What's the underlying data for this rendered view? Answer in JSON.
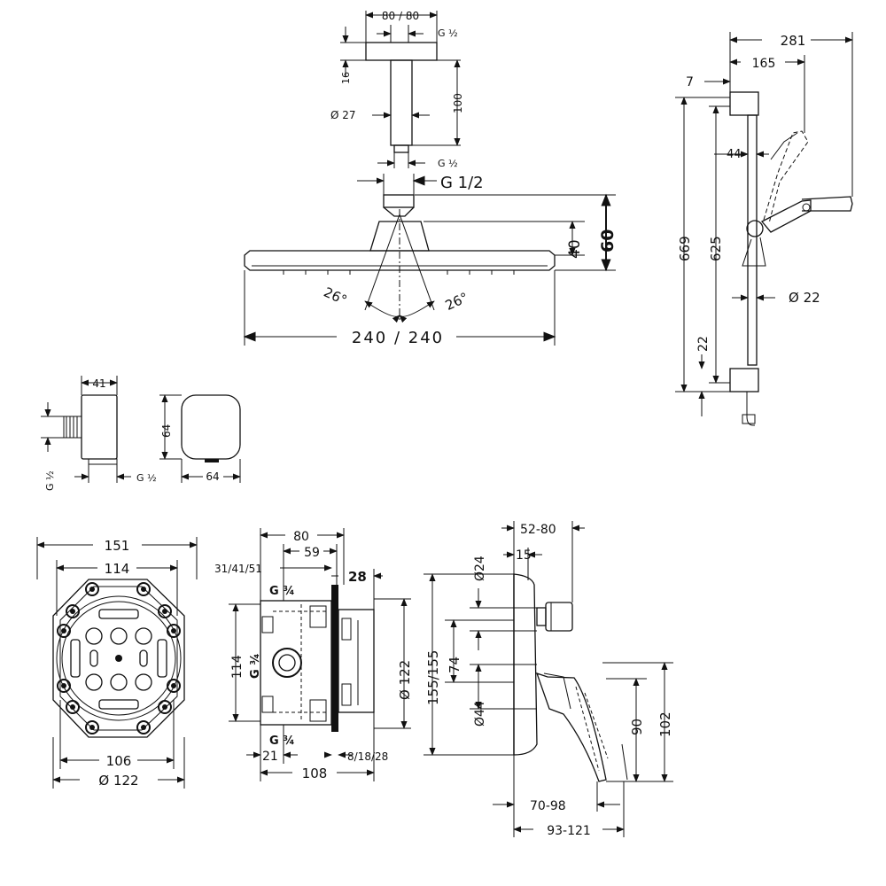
{
  "colors": {
    "line": "#111111",
    "background": "#ffffff"
  },
  "shower_arm": {
    "width": "80 / 80",
    "thread_top": "G ½",
    "height_16": "16",
    "length_100": "100",
    "diameter": "Ø 27",
    "thread_bottom": "G ½"
  },
  "overhead_shower": {
    "thread": "G 1/2",
    "height_40": "40",
    "height_60": "60",
    "angle_left": "26°",
    "angle_right": "26°",
    "width": "240 / 240"
  },
  "shower_rail": {
    "width_281": "281",
    "width_165": "165",
    "offset_7": "7",
    "offset_44": "44",
    "height_669": "669",
    "height_625": "625",
    "diameter": "Ø 22",
    "height_22": "22"
  },
  "wall_outlet": {
    "depth": "41",
    "thread_side": "G ½",
    "thread_bottom": "G ½",
    "height": "64",
    "width": "64"
  },
  "mounting_box_front": {
    "width_151": "151",
    "width_114": "114",
    "width_106": "106",
    "diameter": "Ø 122"
  },
  "mounting_box_side": {
    "width_80": "80",
    "width_59": "59",
    "range": "31/41/51",
    "depth_28": "28",
    "thread_top": "G ¾",
    "height_114": "114",
    "thread_mid": "G ¾",
    "thread_bottom": "G ¾",
    "diameter": "Ø 122",
    "depth_21": "21",
    "range_bottom": "8/18/28",
    "width_108": "108"
  },
  "mixer": {
    "width_52_80": "52-80",
    "width_15": "15",
    "diameter_24": "Ø24",
    "height_155": "155/155",
    "height_74": "74",
    "diameter_44": "Ø44",
    "height_90": "90",
    "height_102": "102",
    "reach_70_98": "70-98",
    "reach_93_121": "93-121"
  }
}
